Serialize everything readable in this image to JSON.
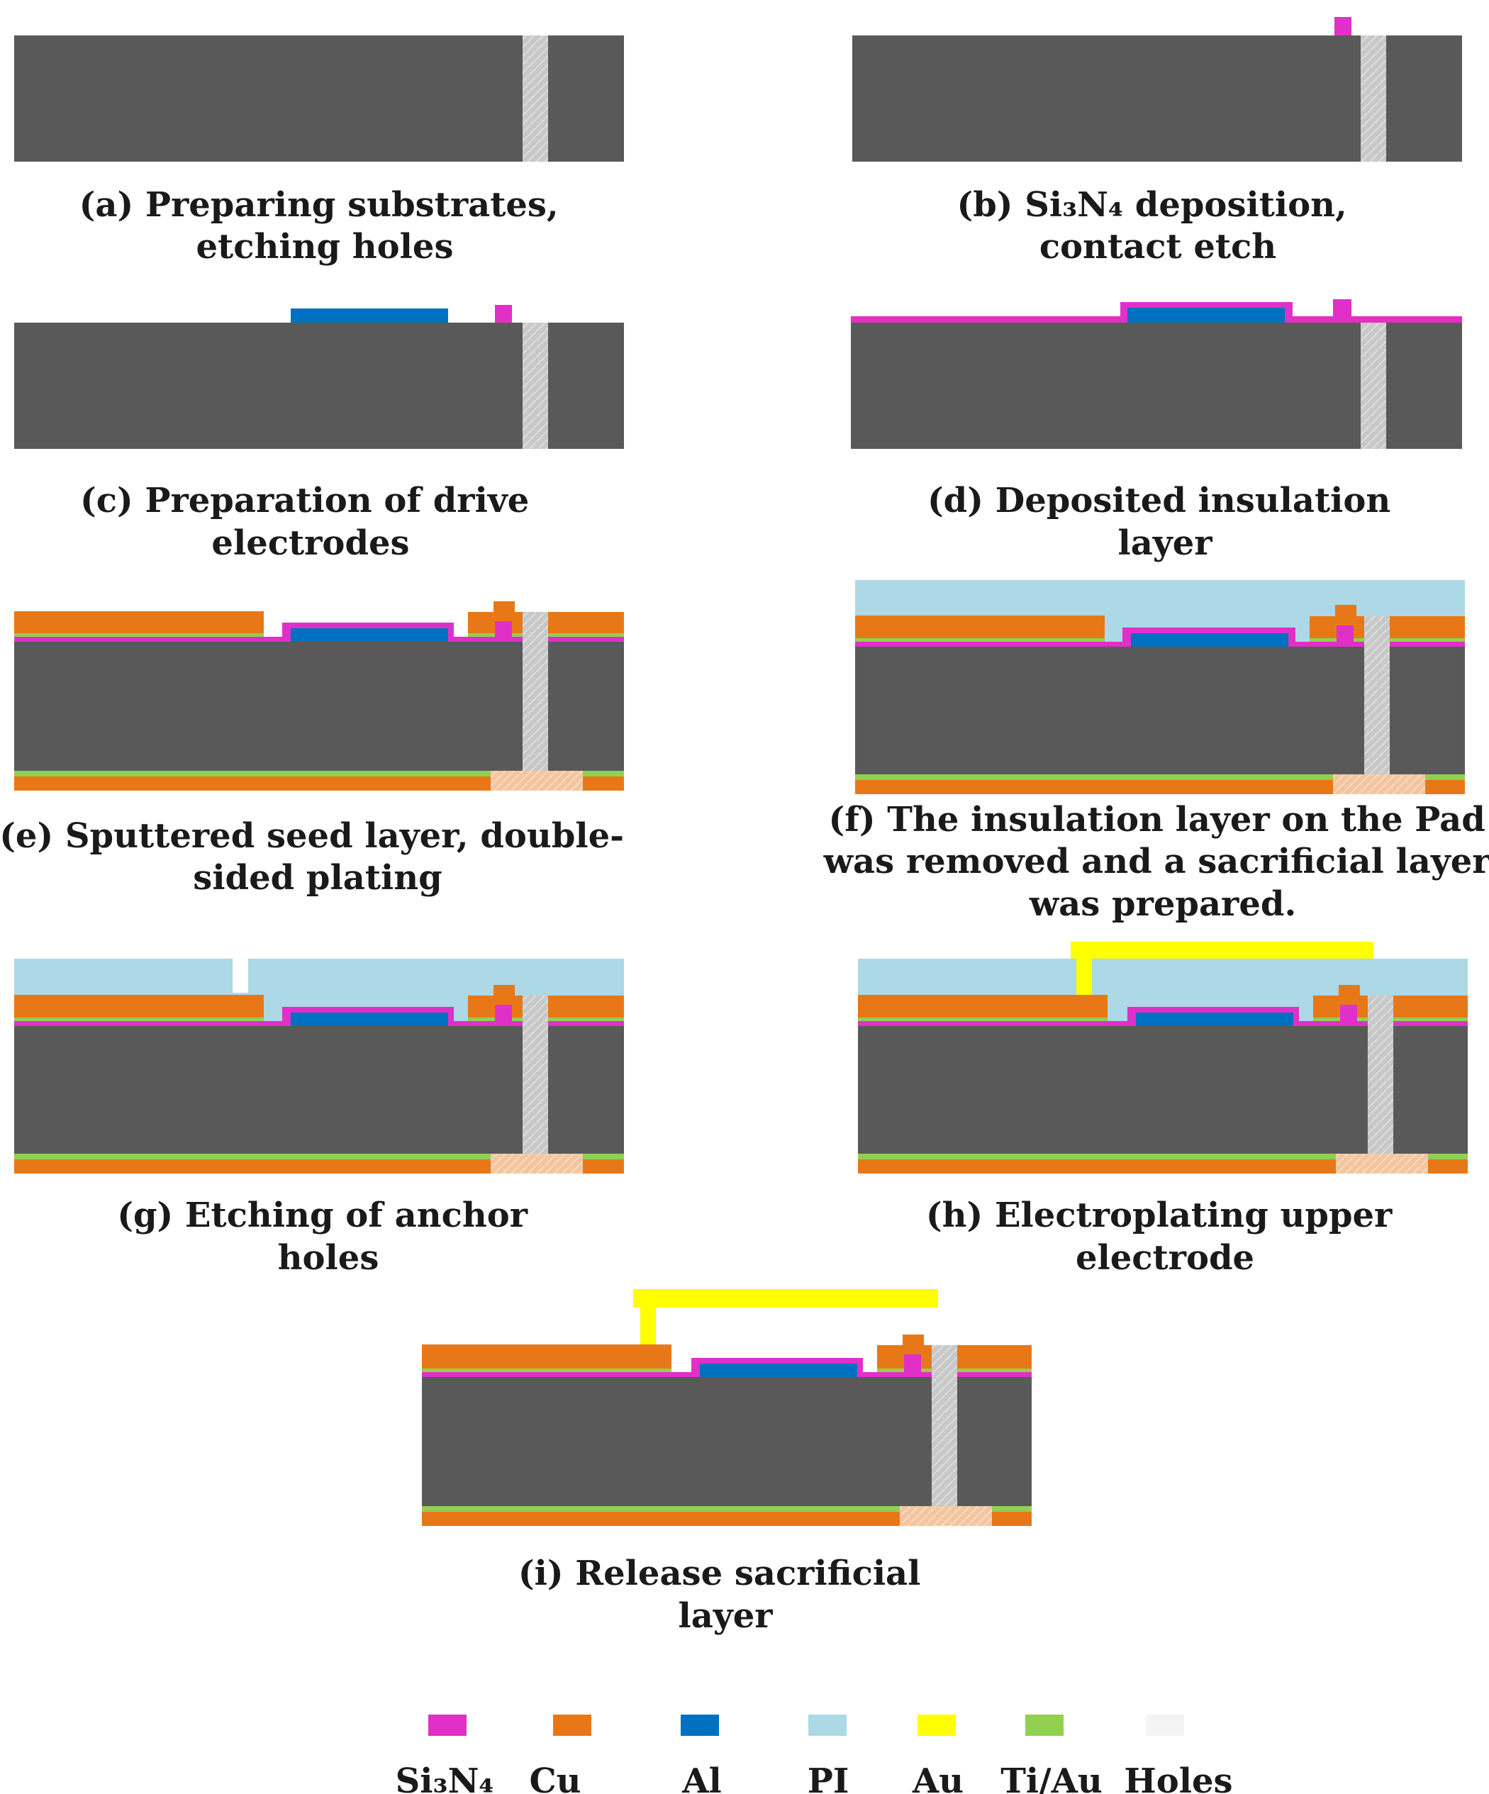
{
  "colors": {
    "substrate": "#595959",
    "si3n4": "#e030c8",
    "cu": "#e87817",
    "al": "#0070c0",
    "pi": "#add8e6",
    "au": "#ffff00",
    "tiau": "#92d050",
    "hole": "#c8c8c8",
    "hole_pad": "#f4c6a0"
  },
  "steps": [
    {
      "id": "a",
      "caption_lines": [
        "(a) Preparing substrates,",
        "etching holes"
      ]
    },
    {
      "id": "b",
      "caption_lines": [
        "(b) Si₃N₄ deposition,",
        "contact etch"
      ]
    },
    {
      "id": "c",
      "caption_lines": [
        "(c) Preparation of drive",
        "electrodes"
      ]
    },
    {
      "id": "d",
      "caption_lines": [
        "(d) Deposited insulation",
        "layer"
      ]
    },
    {
      "id": "e",
      "caption_lines": [
        "(e) Sputtered seed layer, double-",
        "sided plating"
      ]
    },
    {
      "id": "f",
      "caption_lines": [
        "(f) The insulation layer on the Pad",
        "was removed and a sacrificial layer",
        "was prepared."
      ]
    },
    {
      "id": "g",
      "caption_lines": [
        "(g) Etching of anchor",
        "holes"
      ]
    },
    {
      "id": "h",
      "caption_lines": [
        "(h) Electroplating upper",
        "electrode"
      ]
    },
    {
      "id": "i",
      "caption_lines": [
        "(i) Release sacrificial",
        "layer"
      ]
    }
  ],
  "legend": [
    {
      "label": "Si₃N₄",
      "color": "#e030c8"
    },
    {
      "label": "Cu",
      "color": "#e87817"
    },
    {
      "label": "Al",
      "color": "#0070c0"
    },
    {
      "label": "PI",
      "color": "#add8e6"
    },
    {
      "label": "Au",
      "color": "#ffff00"
    },
    {
      "label": "Ti/Au",
      "color": "#92d050"
    },
    {
      "label": "Holes",
      "color": "#eeeeee"
    }
  ]
}
